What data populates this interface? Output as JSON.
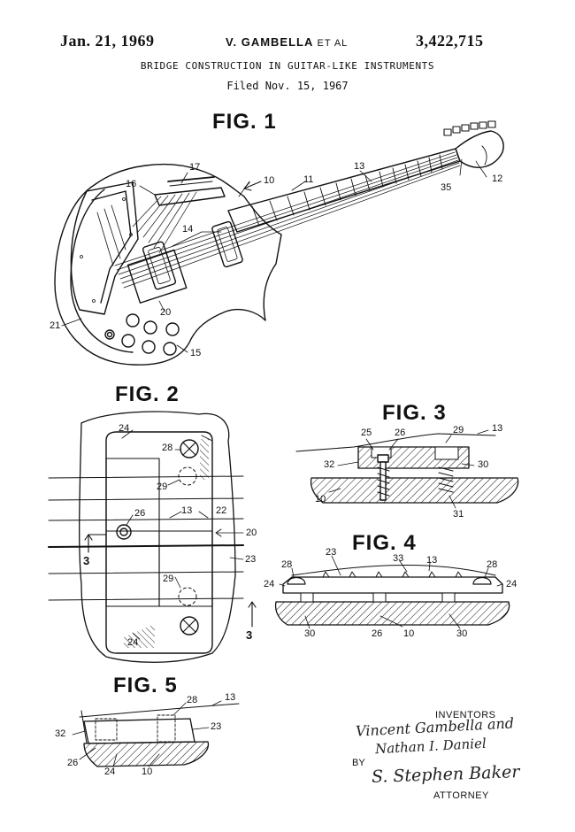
{
  "header": {
    "date": "Jan. 21, 1969",
    "inventor": "V. GAMBELLA",
    "et_al": "ET AL",
    "patent_number": "3,422,715",
    "title": "BRIDGE CONSTRUCTION IN GUITAR-LIKE INSTRUMENTS",
    "filed": "Filed Nov. 15, 1967"
  },
  "figures": {
    "fig1": {
      "label": "FIG. 1",
      "refs": [
        "10",
        "11",
        "12",
        "13",
        "14",
        "15",
        "16",
        "17",
        "20",
        "21",
        "35"
      ]
    },
    "fig2": {
      "label": "FIG. 2",
      "refs": [
        "24",
        "28",
        "29",
        "26",
        "13",
        "22",
        "20",
        "3",
        "23",
        "29",
        "24",
        "3"
      ]
    },
    "fig3": {
      "label": "FIG. 3",
      "refs": [
        "25",
        "26",
        "29",
        "13",
        "32",
        "30",
        "10",
        "31"
      ]
    },
    "fig4": {
      "label": "FIG. 4",
      "refs": [
        "23",
        "33",
        "13",
        "28",
        "28",
        "24",
        "24",
        "30",
        "26",
        "10",
        "30"
      ]
    },
    "fig5": {
      "label": "FIG. 5",
      "refs": [
        "28",
        "13",
        "32",
        "23",
        "26",
        "24",
        "10"
      ]
    }
  },
  "signatures": {
    "inventors_label": "INVENTORS",
    "inventor1": "Vincent Gambella and",
    "inventor2": "Nathan I. Daniel",
    "by_label": "BY",
    "attorney_sig": "S. Stephen Baker",
    "attorney_label": "ATTORNEY"
  }
}
